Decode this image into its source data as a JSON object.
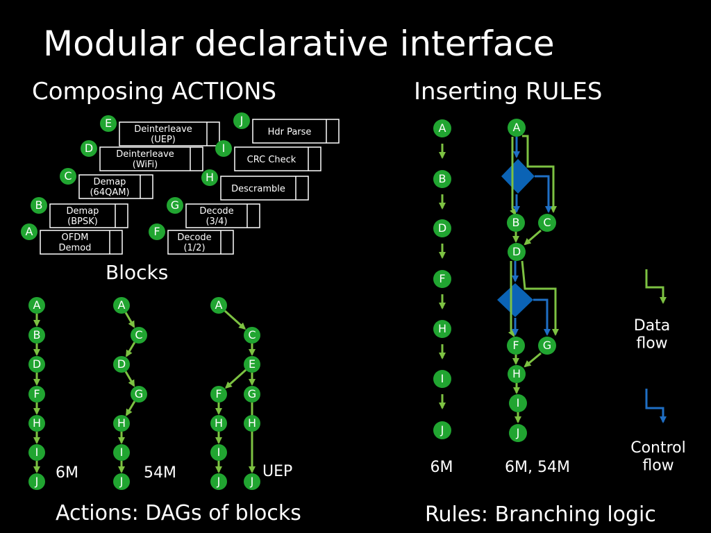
{
  "title": "Modular declarative interface",
  "left_heading": "Composing ACTIONS",
  "right_heading": "Inserting RULES",
  "blocks_label": "Blocks",
  "blocks": [
    {
      "id": "A",
      "name": "OFDM\nDemod"
    },
    {
      "id": "B",
      "name": "Demap\n(BPSK)"
    },
    {
      "id": "C",
      "name": "Demap\n(64QAM)"
    },
    {
      "id": "D",
      "name": "Deinterleave\n(WiFi)"
    },
    {
      "id": "E",
      "name": "Deinterleave\n(UEP)"
    },
    {
      "id": "F",
      "name": "Decode\n(1/2)"
    },
    {
      "id": "G",
      "name": "Decode\n(3/4)"
    },
    {
      "id": "H",
      "name": "Descramble"
    },
    {
      "id": "I",
      "name": "CRC Check"
    },
    {
      "id": "J",
      "name": "Hdr Parse"
    }
  ],
  "action_dags": [
    {
      "label": "6M",
      "nodes": [
        "A",
        "B",
        "D",
        "F",
        "H",
        "I",
        "J"
      ]
    },
    {
      "label": "54M",
      "nodes": [
        "A",
        "C",
        "D",
        "G",
        "H",
        "I",
        "J"
      ]
    },
    {
      "label": "UEP",
      "nodes": [
        "A",
        "C",
        "E",
        "F",
        "G",
        "H",
        "I",
        "J"
      ]
    }
  ],
  "actions_caption": "Actions: DAGs of blocks",
  "rule_chain": {
    "label": "6M",
    "nodes": [
      "A",
      "B",
      "D",
      "F",
      "H",
      "I",
      "J"
    ]
  },
  "rule_graph": {
    "label": "6M, 54M",
    "nodes": [
      "A",
      "B",
      "C",
      "D",
      "F",
      "G",
      "H",
      "I",
      "J"
    ]
  },
  "rules_caption": "Rules: Branching logic",
  "legend": {
    "data_flow": "Data\nflow",
    "control_flow": "Control\nflow",
    "data_color": "#7dc242",
    "control_color": "#1f6fc5"
  },
  "colors": {
    "node_fill": "#21a531",
    "decision_fill": "#0b63b5"
  }
}
